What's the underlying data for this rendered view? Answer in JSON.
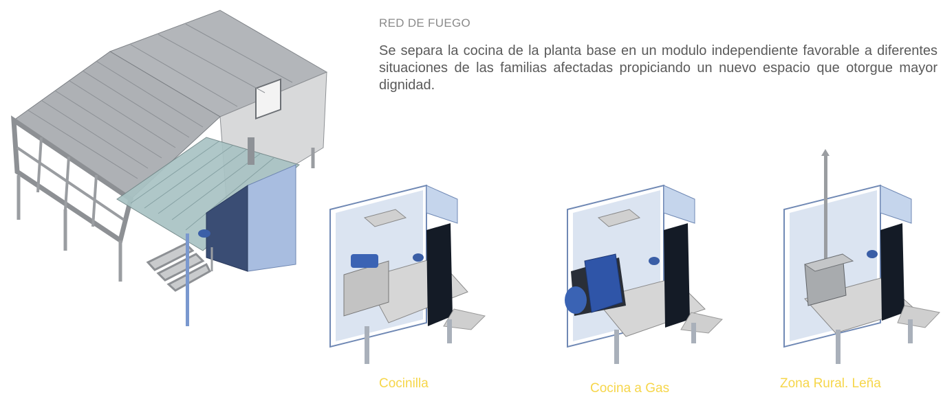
{
  "header": {
    "title": "RED DE FUEGO",
    "description": "Se separa la cocina de la planta base en un modulo independiente favorable a diferentes situaciones de las familias afectadas propiciando un nuevo espacio que otorgue mayor dignidad."
  },
  "modules": [
    {
      "caption": "Cocinilla"
    },
    {
      "caption": "Cocina a Gas"
    },
    {
      "caption": "Zona Rural. Leña"
    }
  ],
  "colors": {
    "caption": "#f6d64a",
    "roof": "#a9adb2",
    "wall_blue": "#b7cbe6",
    "door": "#1d2634",
    "stove_blue": "#2f55a8"
  }
}
